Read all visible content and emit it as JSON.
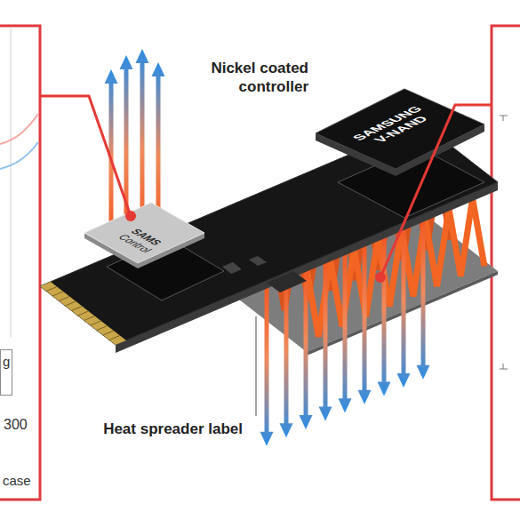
{
  "diagram": {
    "nodes": [
      {
        "text": [
          "SAMS",
          "Control"
        ]
      },
      {
        "text": [
          "SAMSUNG",
          "V-NAND"
        ]
      },
      {
        "text": [
          "g"
        ]
      }
    ],
    "labels": [
      "Nickel coated controller",
      "Heat spreader label",
      "300",
      "case"
    ]
  }
}
